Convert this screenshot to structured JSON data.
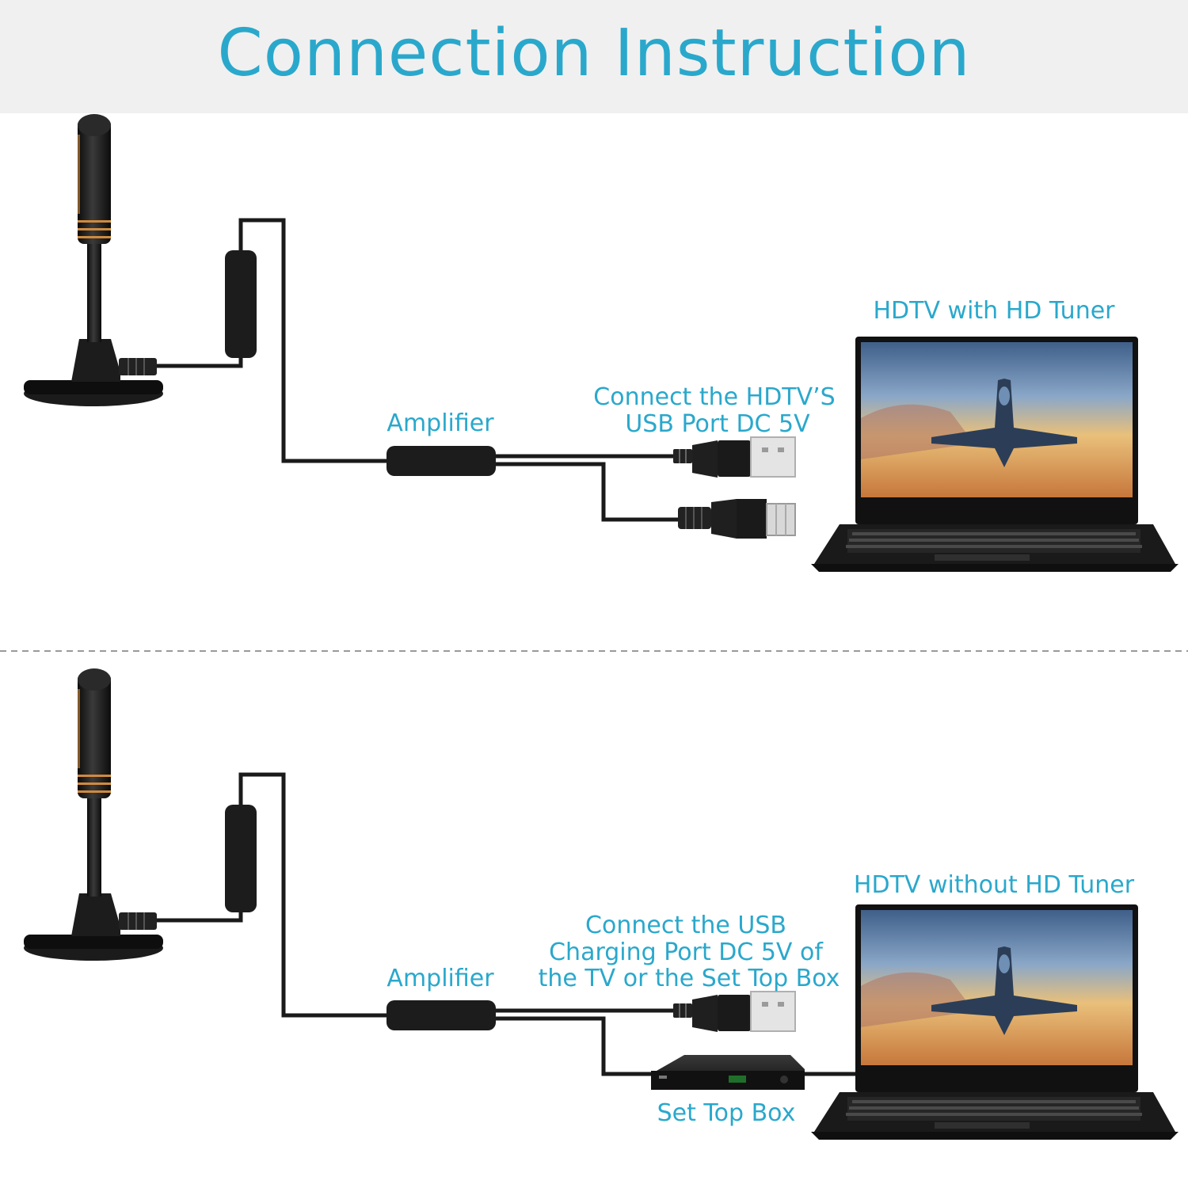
{
  "title": "Connection Instruction",
  "colors": {
    "accent": "#2aa8cc",
    "cable": "#1a1a1a",
    "header_bg": "#f0f0f0",
    "ring": "#d08a3e"
  },
  "top_panel": {
    "tv_label": "HDTV with HD Tuner",
    "amplifier_label": "Amplifier",
    "usb_label_line1": "Connect the HDTV’S",
    "usb_label_line2": "USB Port DC 5V"
  },
  "bottom_panel": {
    "tv_label": "HDTV without HD Tuner",
    "amplifier_label": "Amplifier",
    "usb_label_line1": "Connect the USB",
    "usb_label_line2": "Charging Port DC 5V of",
    "usb_label_line3": "the TV or the Set Top Box",
    "set_top_box_label": "Set Top Box"
  },
  "icons": [
    "antenna-icon",
    "amplifier-icon",
    "usb-plug-icon",
    "coax-plug-icon",
    "laptop-tv-icon",
    "set-top-box-icon"
  ]
}
